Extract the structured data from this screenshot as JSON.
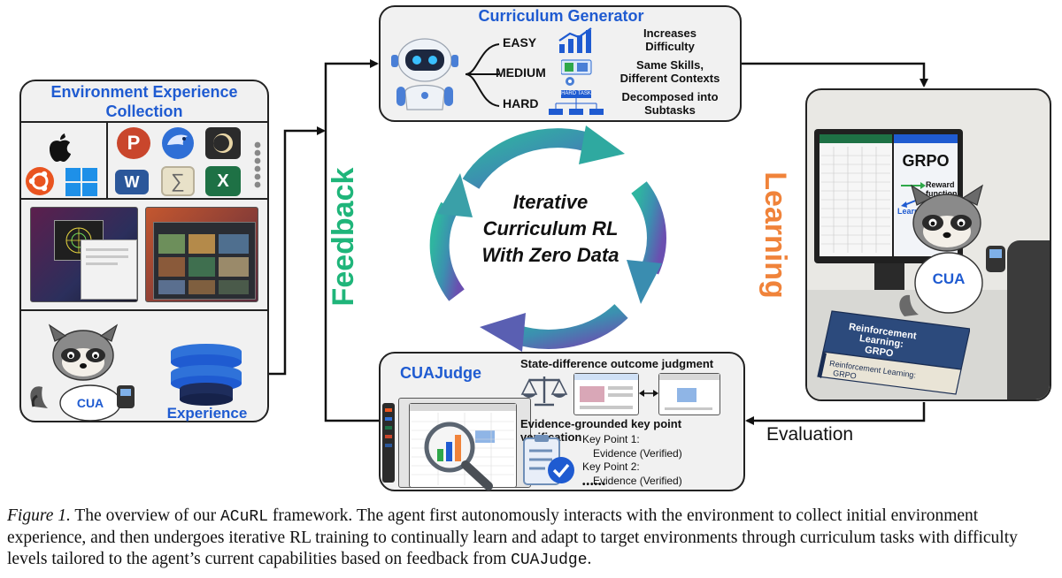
{
  "env_panel": {
    "title_line1": "Environment Experience",
    "title_line2": "Collection",
    "os_icons": [
      "apple-icon",
      "ubuntu-icon",
      "windows-icon"
    ],
    "app_icons": [
      {
        "name": "powerpoint-icon",
        "letter": "P",
        "color": "#c9462c"
      },
      {
        "name": "thunderbird-icon",
        "letter": "",
        "color": "#2f6fd6"
      },
      {
        "name": "eclipse-icon",
        "letter": "",
        "color": "#2b2b2b"
      },
      {
        "name": "word-icon",
        "letter": "W",
        "color": "#2b579a"
      },
      {
        "name": "calc-formula-icon",
        "letter": "∑",
        "color": "#b9b19a"
      },
      {
        "name": "excel-icon",
        "letter": "X",
        "color": "#1e7145"
      }
    ],
    "mascot_shirt": "CUA",
    "db_label": "Experience"
  },
  "generator": {
    "title": "Curriculum Generator",
    "levels": [
      {
        "label": "EASY",
        "desc_line1": "Increases",
        "desc_line2": "Difficulty"
      },
      {
        "label": "MEDIUM",
        "desc_line1": "Same Skills,",
        "desc_line2": "Different Contexts"
      },
      {
        "label": "HARD",
        "desc_line1": "Decomposed into",
        "desc_line2": "Subtasks"
      }
    ],
    "hard_task_badge": "HARD TASK"
  },
  "cycle": {
    "line1": "Iterative",
    "line2": "Curriculum RL",
    "line3": "With Zero Data"
  },
  "feedback_label": "Feedback",
  "learning_label": "Learning",
  "evaluation_label": "Evaluation",
  "learning_panel": {
    "grpo": "GRPO",
    "reward_line1": "Reward",
    "reward_line2": "function",
    "learn_label": "Learn",
    "mascot_shirt": "CUA",
    "book_line1": "Reinforcement",
    "book_line2": "Learning:",
    "book_line3": "GRPO",
    "book_spine1": "Reinforcement Learning:",
    "book_spine2": "GRPO"
  },
  "judge": {
    "title": "CUAJudge",
    "state_diff": "State-difference outcome judgment",
    "evidence_title": "Evidence-grounded key point verification",
    "kp1": "Key Point 1:",
    "kp1_ev": "Evidence (Verified)",
    "kp2": "Key Point 2:",
    "kp2_ev": "Evidence (Verified)",
    "dots": "••••••"
  },
  "caption": {
    "fig_label": "Figure 1.",
    "text_a": " The overview of our ",
    "acurl": "ACuRL",
    "text_b": " framework.  The agent first autonomously interacts with the environment to collect initial environment experience, and then undergoes iterative RL training to continually learn and adapt to target environments through curriculum tasks with difficulty levels tailored to the agent’s current capabilities based on feedback from ",
    "cuajudge": "CUAJudge",
    "text_c": "."
  },
  "colors": {
    "title_blue": "#1f5bd1",
    "feedback_green": "#1fb57a",
    "learning_orange": "#f0833a",
    "cycle_teal": "#2fa9a0",
    "cycle_purple": "#6a4fb0"
  }
}
